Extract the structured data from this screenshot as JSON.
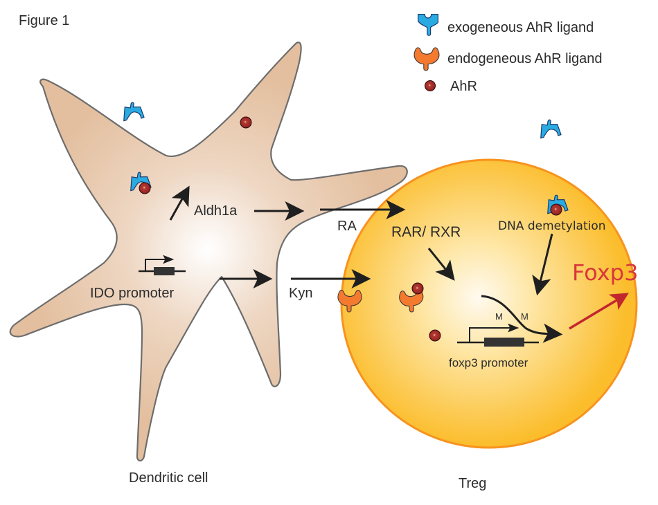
{
  "figure_title": "Figure 1",
  "legend": {
    "items": [
      {
        "icon": "exogenous-ligand-icon",
        "label": "exogeneous AhR ligand",
        "color": "#29abe2"
      },
      {
        "icon": "endogenous-ligand-icon",
        "label": "endogeneous AhR ligand",
        "color": "#f47a30"
      },
      {
        "icon": "ahr-icon",
        "label": "AhR",
        "color": "#9e1f1f"
      }
    ]
  },
  "dendritic_cell": {
    "name": "Dendritic cell",
    "fill_color": "#e6c4a8",
    "labels": {
      "aldh1a": "Aldh1a",
      "ido_promoter": "IDO promoter"
    }
  },
  "treg": {
    "name": "Treg",
    "fill_color": "#fbbf2a",
    "border_color": "#f7931e",
    "labels": {
      "rar_rxr": "RAR/ RXR",
      "dna_demethylation": "DNA demetylation",
      "methyl_mark_1": "M",
      "methyl_mark_2": "M",
      "foxp3_promoter": "foxp3 promoter",
      "foxp3": "Foxp3"
    },
    "foxp3_color": "#d8373a"
  },
  "signals": {
    "ra": "RA",
    "kyn": "Kyn"
  }
}
